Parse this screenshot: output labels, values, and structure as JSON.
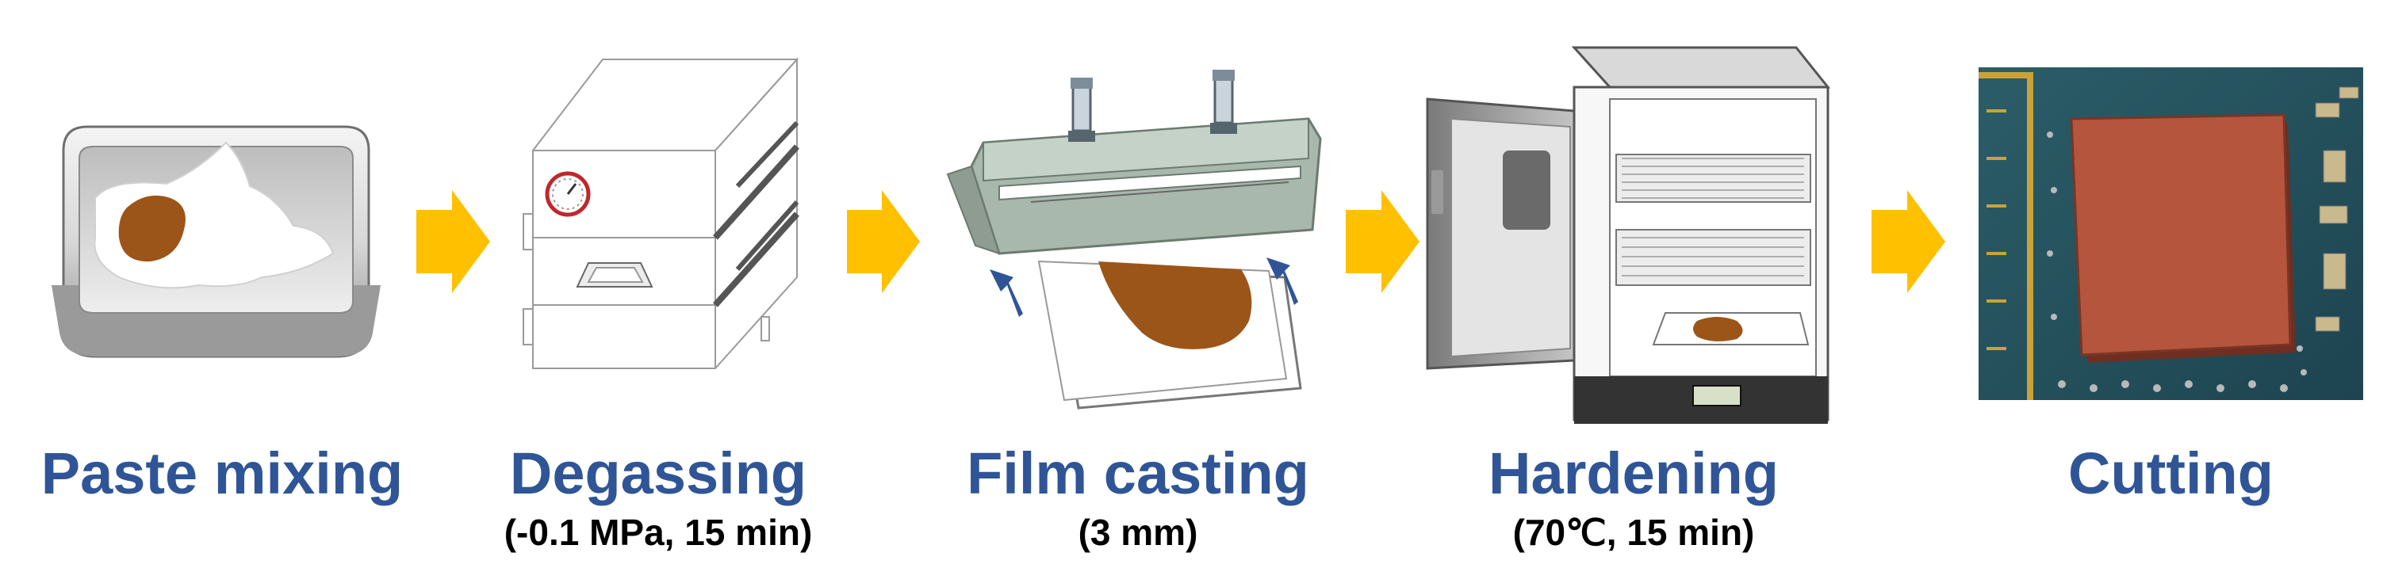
{
  "steps": [
    {
      "title": "Paste mixing",
      "subtitle": ""
    },
    {
      "title": "Degassing",
      "subtitle": "(-0.1 MPa, 15 min)"
    },
    {
      "title": "Film casting",
      "subtitle": "(3 mm)"
    },
    {
      "title": "Hardening",
      "subtitle": "(70℃, 15 min)"
    },
    {
      "title": "Cutting",
      "subtitle": ""
    }
  ],
  "colors": {
    "title": "#2F5597",
    "arrow": "#FFC000",
    "paste": "#9C5518",
    "sample": "#B5553E"
  }
}
